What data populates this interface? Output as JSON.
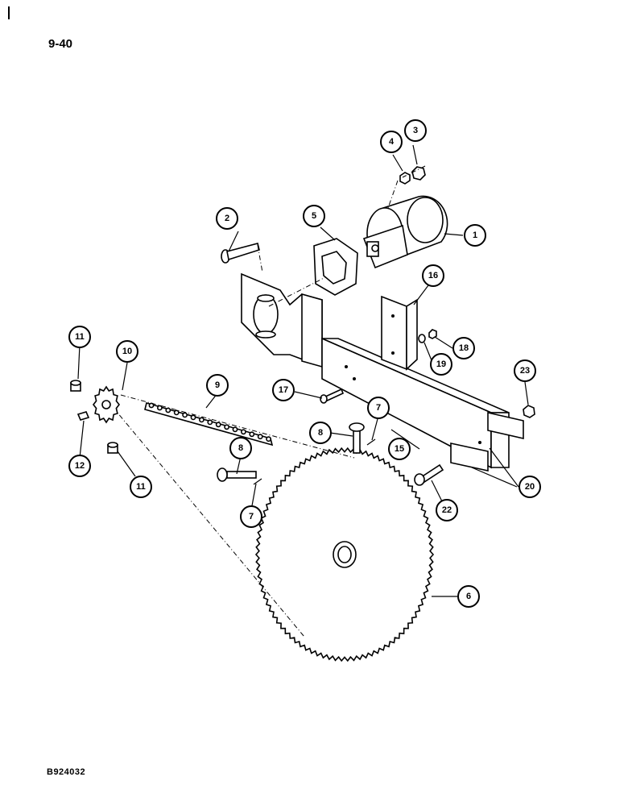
{
  "page": {
    "number": "9-40",
    "figure_code": "B924032"
  },
  "callouts": [
    {
      "label": "1"
    },
    {
      "label": "2"
    },
    {
      "label": "3"
    },
    {
      "label": "4"
    },
    {
      "label": "5"
    },
    {
      "label": "16"
    },
    {
      "label": "11"
    },
    {
      "label": "10"
    },
    {
      "label": "9"
    },
    {
      "label": "18"
    },
    {
      "label": "19"
    },
    {
      "label": "23"
    },
    {
      "label": "17"
    },
    {
      "label": "7"
    },
    {
      "label": "8"
    },
    {
      "label": "12"
    },
    {
      "label": "15"
    },
    {
      "label": "8"
    },
    {
      "label": "11"
    },
    {
      "label": "7"
    },
    {
      "label": "20"
    },
    {
      "label": "22"
    },
    {
      "label": "6"
    }
  ]
}
